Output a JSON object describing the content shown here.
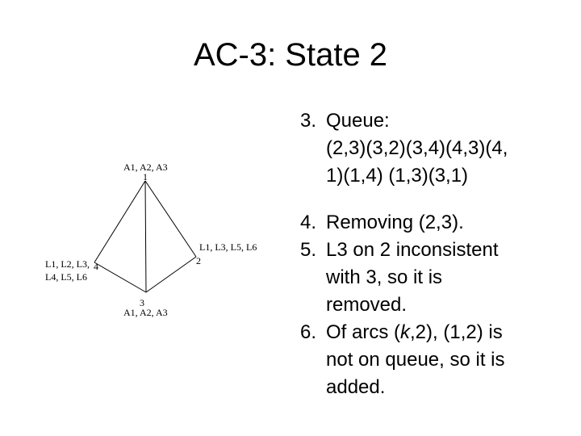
{
  "slide": {
    "title": "AC-3: State 2"
  },
  "diagram": {
    "nodes": {
      "n1": {
        "number": "1",
        "domain": "A1, A2, A3"
      },
      "n2": {
        "number": "2",
        "domain": "L1, L3, L5, L6"
      },
      "n3": {
        "number": "3",
        "domain": "A1, A2, A3"
      },
      "n4": {
        "number": "4",
        "domain_line1": "L1, L2, L3,",
        "domain_line2": "L4, L5, L6"
      }
    }
  },
  "steps": [
    {
      "number": "3.",
      "lines": [
        "Queue:",
        "(2,3)(3,2)(3,4)(4,3)(4,",
        "1)(1,4) (1,3)(3,1)"
      ]
    },
    {
      "number": "4.",
      "lines": [
        "Removing  (2,3)."
      ]
    },
    {
      "number": "5.",
      "lines": [
        "L3 on 2 inconsistent",
        "with 3, so it is",
        "removed."
      ]
    },
    {
      "number": "6.",
      "lines": [
        "Of arcs (",
        "k",
        ",2), (1,2) is",
        "not on queue, so it is",
        "added."
      ]
    }
  ]
}
